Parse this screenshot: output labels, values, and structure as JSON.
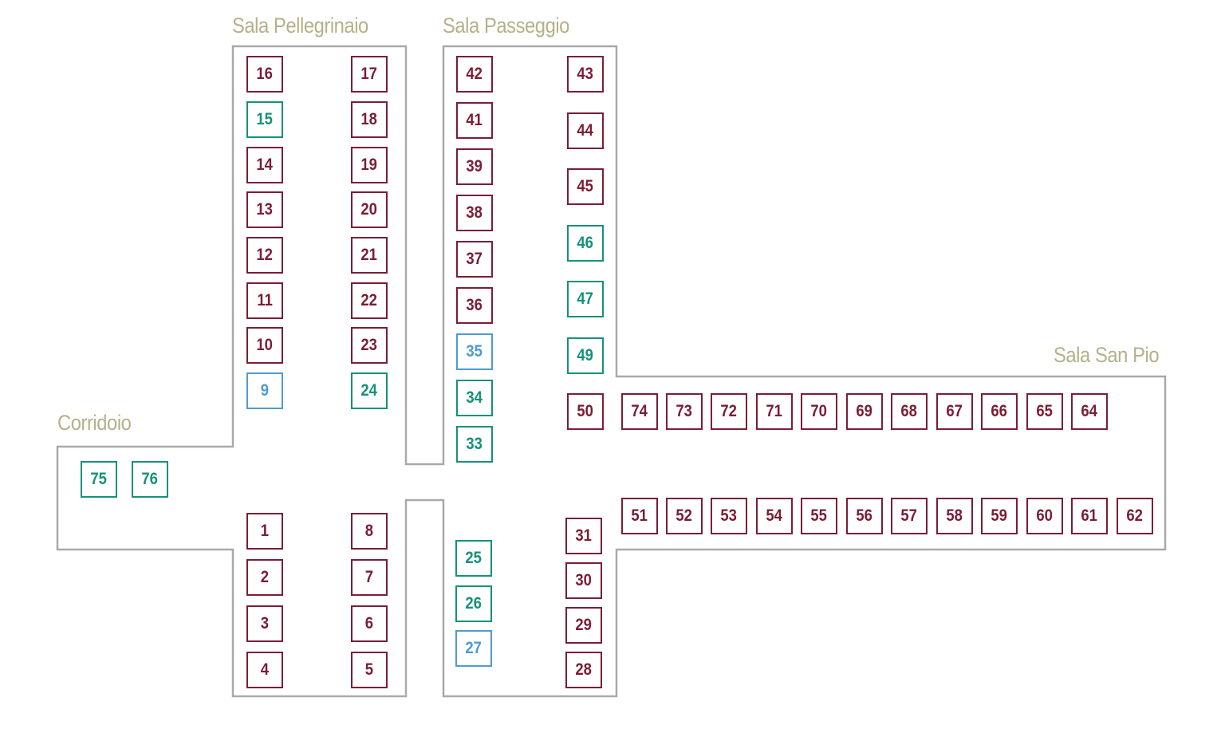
{
  "colors": {
    "outline": "#a9a9a9",
    "label": "#b5b08a",
    "maroon": "#7a1e35",
    "green": "#16917a",
    "blue": "#4f9bd0"
  },
  "rooms": {
    "pellegrinaio": "Sala Pellegrinaio",
    "passeggio": "Sala Passeggio",
    "san_pio": "Sala San Pio",
    "corridoio": "Corridoio"
  },
  "booths": [
    {
      "n": "16",
      "s": "maroon"
    },
    {
      "n": "17",
      "s": "maroon"
    },
    {
      "n": "15",
      "s": "green"
    },
    {
      "n": "18",
      "s": "maroon"
    },
    {
      "n": "14",
      "s": "maroon"
    },
    {
      "n": "19",
      "s": "maroon"
    },
    {
      "n": "13",
      "s": "maroon"
    },
    {
      "n": "20",
      "s": "maroon"
    },
    {
      "n": "12",
      "s": "maroon"
    },
    {
      "n": "21",
      "s": "maroon"
    },
    {
      "n": "11",
      "s": "maroon"
    },
    {
      "n": "22",
      "s": "maroon"
    },
    {
      "n": "10",
      "s": "maroon"
    },
    {
      "n": "23",
      "s": "maroon"
    },
    {
      "n": "9",
      "s": "blue"
    },
    {
      "n": "24",
      "s": "green"
    },
    {
      "n": "1",
      "s": "maroon"
    },
    {
      "n": "8",
      "s": "maroon"
    },
    {
      "n": "2",
      "s": "maroon"
    },
    {
      "n": "7",
      "s": "maroon"
    },
    {
      "n": "3",
      "s": "maroon"
    },
    {
      "n": "6",
      "s": "maroon"
    },
    {
      "n": "4",
      "s": "maroon"
    },
    {
      "n": "5",
      "s": "maroon"
    },
    {
      "n": "42",
      "s": "maroon"
    },
    {
      "n": "41",
      "s": "maroon"
    },
    {
      "n": "39",
      "s": "maroon"
    },
    {
      "n": "38",
      "s": "maroon"
    },
    {
      "n": "37",
      "s": "maroon"
    },
    {
      "n": "36",
      "s": "maroon"
    },
    {
      "n": "35",
      "s": "blue"
    },
    {
      "n": "34",
      "s": "green"
    },
    {
      "n": "33",
      "s": "green"
    },
    {
      "n": "43",
      "s": "maroon"
    },
    {
      "n": "44",
      "s": "maroon"
    },
    {
      "n": "45",
      "s": "maroon"
    },
    {
      "n": "46",
      "s": "green"
    },
    {
      "n": "47",
      "s": "green"
    },
    {
      "n": "49",
      "s": "green"
    },
    {
      "n": "50",
      "s": "maroon"
    },
    {
      "n": "25",
      "s": "green"
    },
    {
      "n": "26",
      "s": "green"
    },
    {
      "n": "27",
      "s": "blue"
    },
    {
      "n": "31",
      "s": "maroon"
    },
    {
      "n": "30",
      "s": "maroon"
    },
    {
      "n": "29",
      "s": "maroon"
    },
    {
      "n": "28",
      "s": "maroon"
    },
    {
      "n": "74",
      "s": "maroon"
    },
    {
      "n": "73",
      "s": "maroon"
    },
    {
      "n": "72",
      "s": "maroon"
    },
    {
      "n": "71",
      "s": "maroon"
    },
    {
      "n": "70",
      "s": "maroon"
    },
    {
      "n": "69",
      "s": "maroon"
    },
    {
      "n": "68",
      "s": "maroon"
    },
    {
      "n": "67",
      "s": "maroon"
    },
    {
      "n": "66",
      "s": "maroon"
    },
    {
      "n": "65",
      "s": "maroon"
    },
    {
      "n": "64",
      "s": "maroon"
    },
    {
      "n": "51",
      "s": "maroon"
    },
    {
      "n": "52",
      "s": "maroon"
    },
    {
      "n": "53",
      "s": "maroon"
    },
    {
      "n": "54",
      "s": "maroon"
    },
    {
      "n": "55",
      "s": "maroon"
    },
    {
      "n": "56",
      "s": "maroon"
    },
    {
      "n": "57",
      "s": "maroon"
    },
    {
      "n": "58",
      "s": "maroon"
    },
    {
      "n": "59",
      "s": "maroon"
    },
    {
      "n": "60",
      "s": "maroon"
    },
    {
      "n": "61",
      "s": "maroon"
    },
    {
      "n": "62",
      "s": "maroon"
    },
    {
      "n": "75",
      "s": "green"
    },
    {
      "n": "76",
      "s": "green"
    }
  ]
}
